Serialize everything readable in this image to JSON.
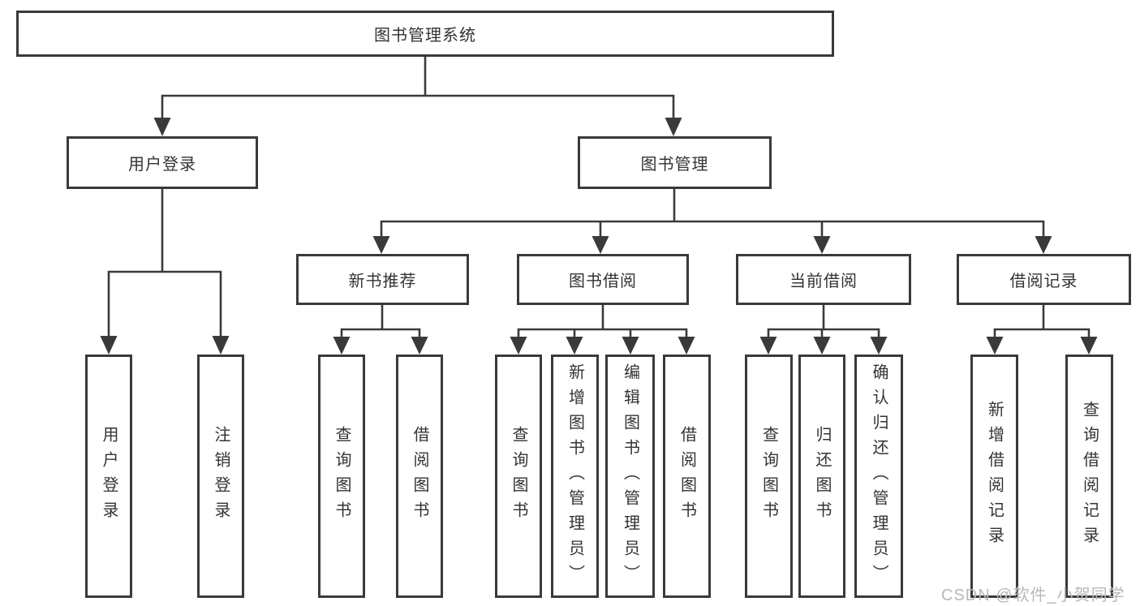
{
  "colors": {
    "line": "#3a3a3a",
    "box_border": "#3a3a3a",
    "text": "#333333",
    "watermark_text": "#b8b8b8",
    "background": "#ffffff"
  },
  "tree": {
    "root": "图书管理系统",
    "children": [
      {
        "label": "用户登录",
        "children": [
          "用户登录",
          "注销登录"
        ]
      },
      {
        "label": "图书管理",
        "children": [
          {
            "label": "新书推荐",
            "children": [
              "查询图书",
              "借阅图书"
            ]
          },
          {
            "label": "图书借阅",
            "children": [
              "查询图书",
              "新增图书（管理员）",
              "编辑图书（管理员）",
              "借阅图书"
            ]
          },
          {
            "label": "当前借阅",
            "children": [
              "查询图书",
              "归还图书",
              "确认归还（管理员）"
            ]
          },
          {
            "label": "借阅记录",
            "children": [
              "新增借阅记录",
              "查询借阅记录"
            ]
          }
        ]
      }
    ]
  },
  "watermark": {
    "text": "CSDN @软件_小贺同学"
  }
}
